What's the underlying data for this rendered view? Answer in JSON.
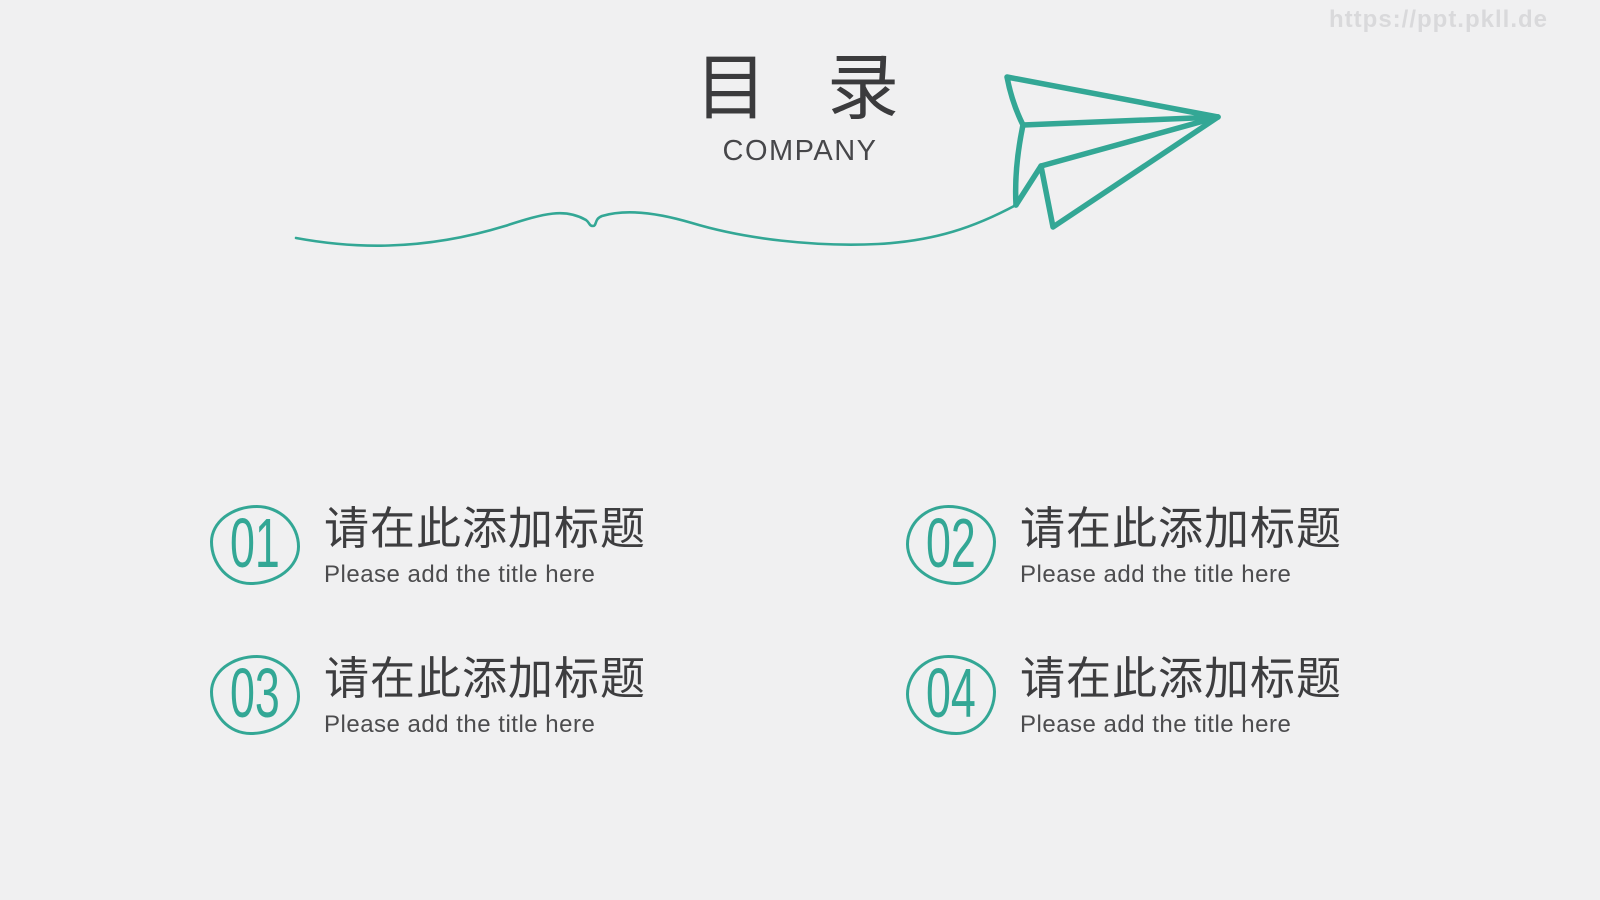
{
  "watermark": {
    "text": "https://ppt.pkll.de"
  },
  "header": {
    "title": "目 录",
    "subtitle": "COMPANY"
  },
  "artwork": {
    "icon": "paper-plane-icon",
    "description_color": "#33A795"
  },
  "colors": {
    "background": "#F0F0F1",
    "accent_teal": "#33A795",
    "heading_text": "#3B3B3D",
    "item_title_text": "#3D3D3F",
    "item_subtitle_text": "#4C4C4E",
    "watermark_text": "#D9D9DB"
  },
  "items": [
    {
      "number": "01",
      "title": "请在此添加标题",
      "subtitle": "Please add the title here"
    },
    {
      "number": "02",
      "title": "请在此添加标题",
      "subtitle": "Please add the title here"
    },
    {
      "number": "03",
      "title": "请在此添加标题",
      "subtitle": "Please add the title here"
    },
    {
      "number": "04",
      "title": "请在此添加标题",
      "subtitle": "Please add the title here"
    }
  ]
}
